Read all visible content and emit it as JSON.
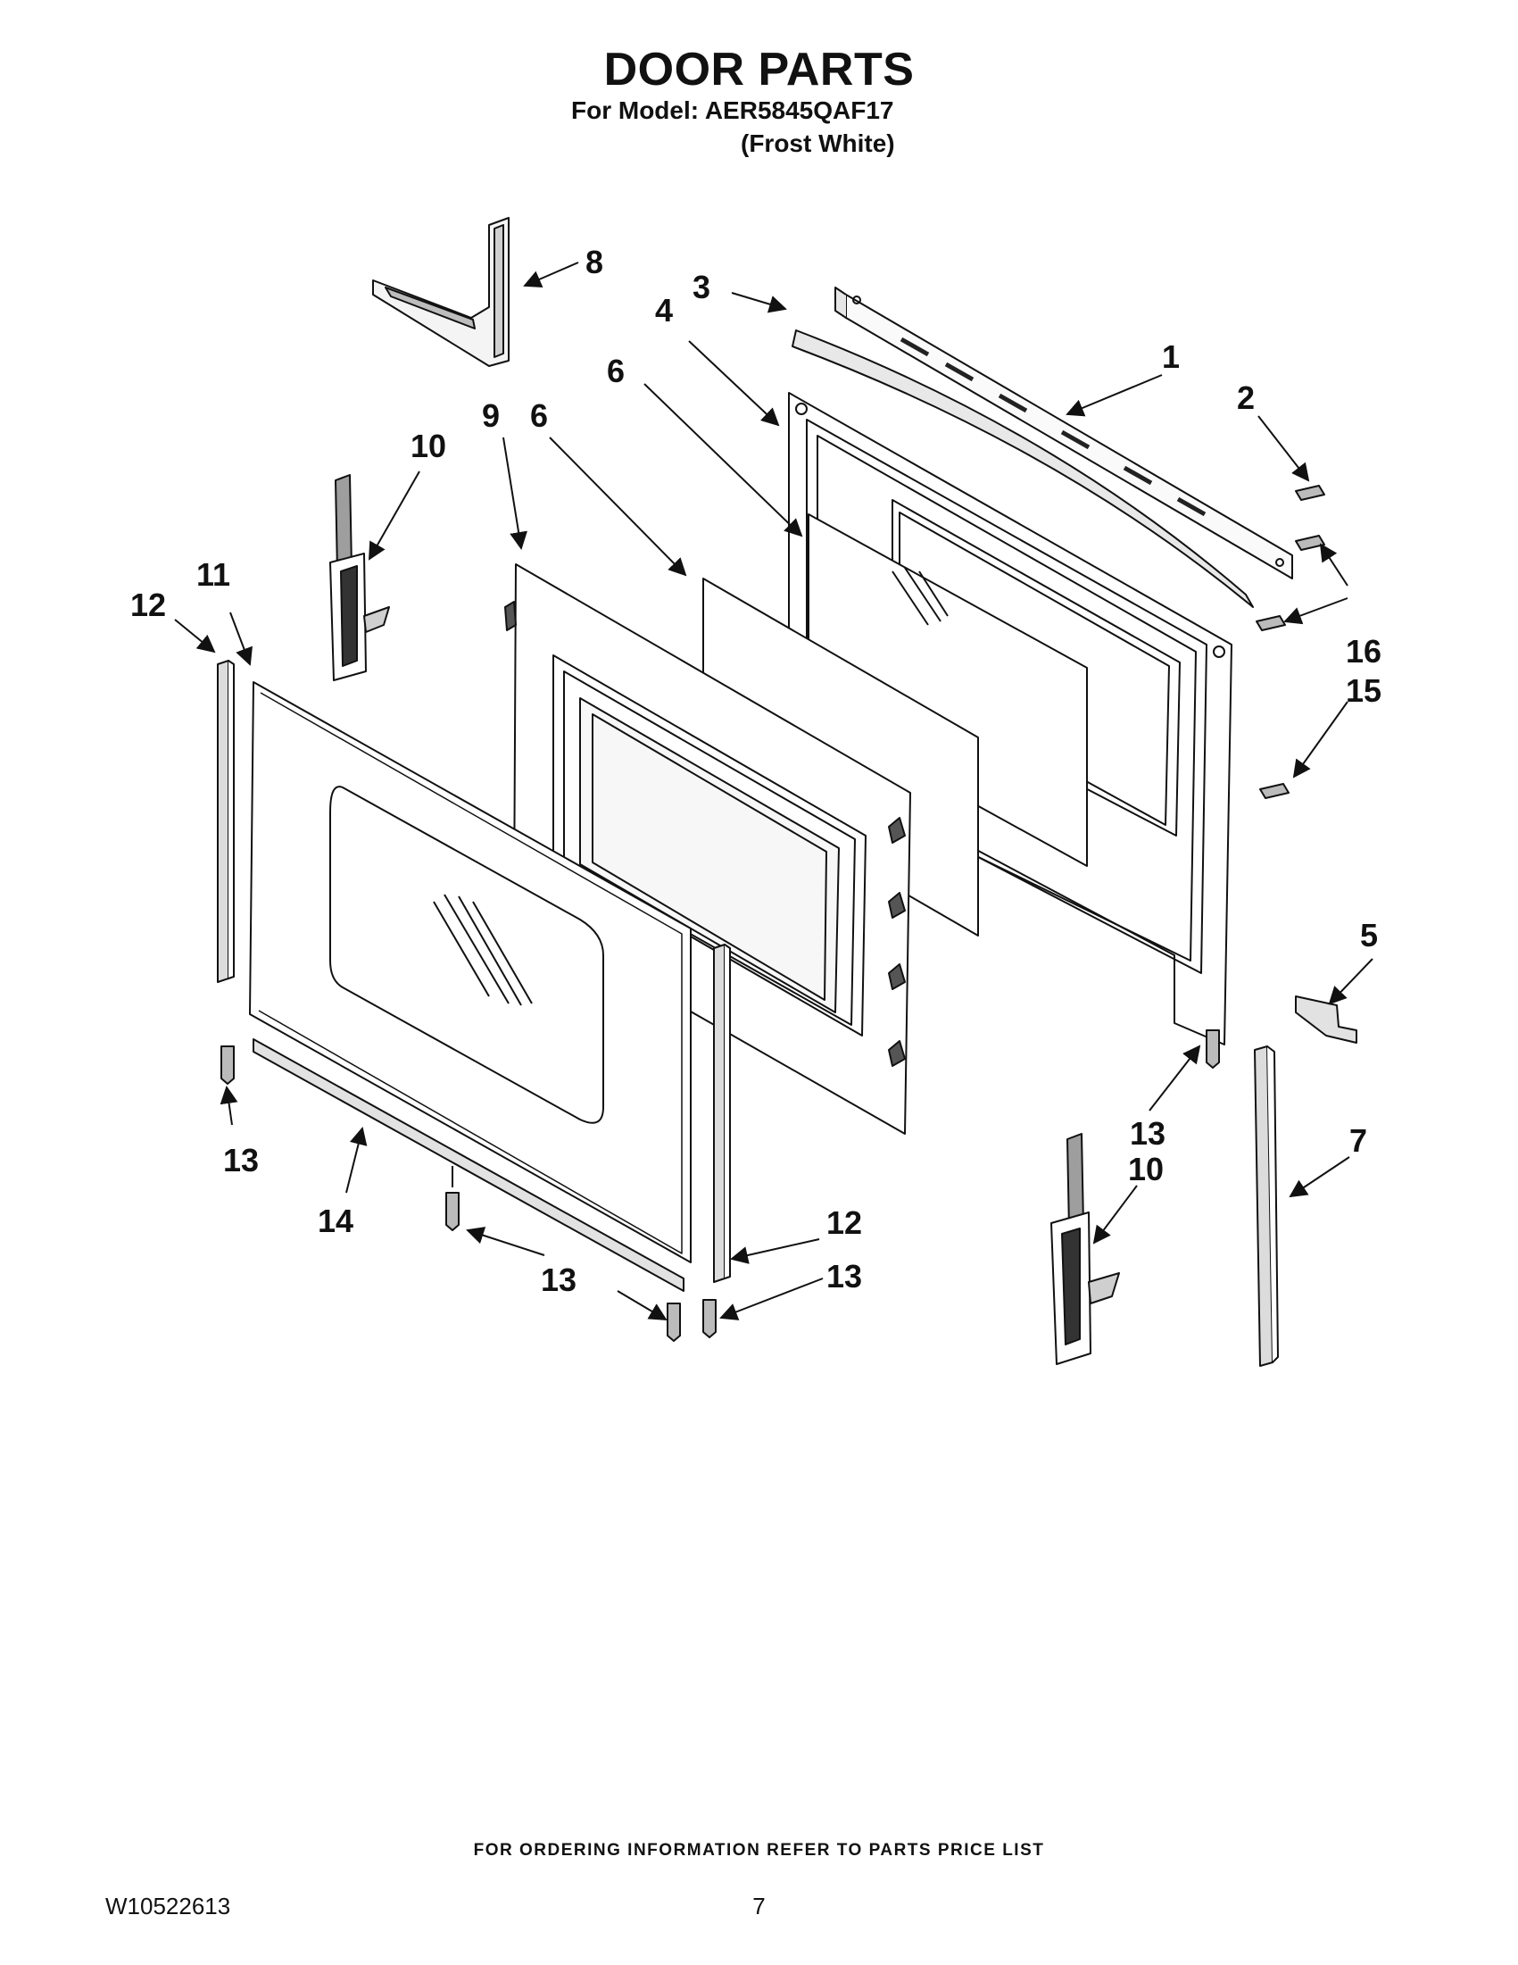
{
  "header": {
    "title": "DOOR PARTS",
    "model_line": "For Model: AER5845QAF17",
    "variant": "(Frost White)"
  },
  "callouts": [
    "1",
    "2",
    "3",
    "4",
    "5",
    "6",
    "6",
    "7",
    "8",
    "9",
    "10",
    "10",
    "11",
    "12",
    "12",
    "13",
    "13",
    "13",
    "13",
    "13",
    "14",
    "15",
    "16"
  ],
  "footer": {
    "ordering_info": "FOR ORDERING INFORMATION REFER TO PARTS PRICE LIST",
    "doc_number": "W10522613",
    "page_number": "7"
  }
}
